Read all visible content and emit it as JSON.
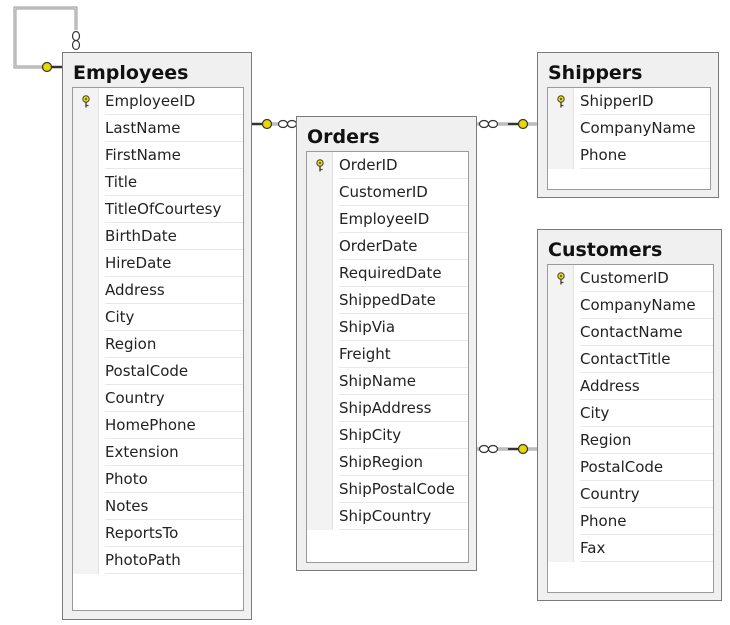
{
  "tables": {
    "employees": {
      "title": "Employees",
      "columns": [
        "EmployeeID",
        "LastName",
        "FirstName",
        "Title",
        "TitleOfCourtesy",
        "BirthDate",
        "HireDate",
        "Address",
        "City",
        "Region",
        "PostalCode",
        "Country",
        "HomePhone",
        "Extension",
        "Photo",
        "Notes",
        "ReportsTo",
        "PhotoPath"
      ]
    },
    "orders": {
      "title": "Orders",
      "columns": [
        "OrderID",
        "CustomerID",
        "EmployeeID",
        "OrderDate",
        "RequiredDate",
        "ShippedDate",
        "ShipVia",
        "Freight",
        "ShipName",
        "ShipAddress",
        "ShipCity",
        "ShipRegion",
        "ShipPostalCode",
        "ShipCountry"
      ]
    },
    "shippers": {
      "title": "Shippers",
      "columns": [
        "ShipperID",
        "CompanyName",
        "Phone"
      ]
    },
    "customers": {
      "title": "Customers",
      "columns": [
        "CustomerID",
        "CompanyName",
        "ContactName",
        "ContactTitle",
        "Address",
        "City",
        "Region",
        "PostalCode",
        "Country",
        "Phone",
        "Fax"
      ]
    }
  },
  "icons": {
    "primary_key": "key-icon",
    "one_end": "key-icon",
    "many_end": "infinity-icon"
  },
  "colors": {
    "key": "#e8d800",
    "connector": "#808080"
  }
}
